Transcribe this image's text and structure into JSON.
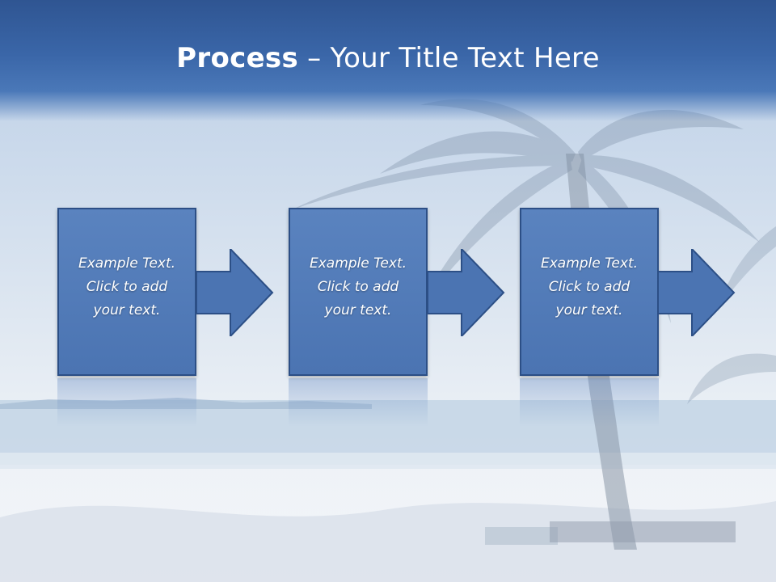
{
  "title": {
    "bold": "Process",
    "rest": " – Your Title Text Here"
  },
  "steps": [
    {
      "text": "Example Text.\nClick  to add\nyour text."
    },
    {
      "text": "Example Text.\nClick  to add\nyour text."
    },
    {
      "text": "Example Text.\nClick  to add\nyour text."
    }
  ],
  "colors": {
    "block_fill": "#4b74b2",
    "block_border": "#2c4f86",
    "title_band": "#3a66a8"
  }
}
